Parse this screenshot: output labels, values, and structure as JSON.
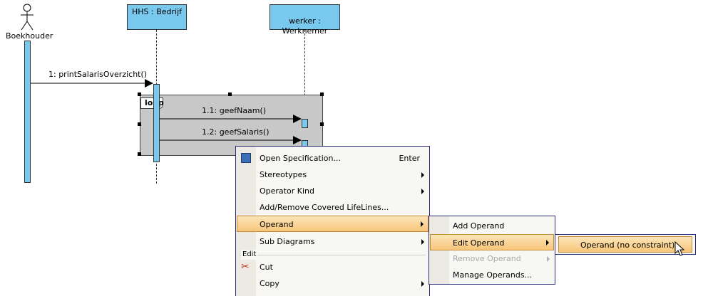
{
  "actor": {
    "label": "Boekhouder"
  },
  "lifelines": [
    {
      "label": "HHS : Bedrijf"
    },
    {
      "label": "werker :\nWerknemer"
    }
  ],
  "messages": [
    {
      "label": "1: printSalarisOverzicht()"
    },
    {
      "label": "1.1: geefNaam()"
    },
    {
      "label": "1.2: geefSalaris()"
    }
  ],
  "fragment": {
    "operator": "loop"
  },
  "context_menu": {
    "items": [
      {
        "label": "Open Specification...",
        "shortcut": "Enter"
      },
      {
        "label": "Stereotypes"
      },
      {
        "label": "Operator Kind"
      },
      {
        "label": "Add/Remove Covered LifeLines..."
      },
      {
        "label": "Operand"
      },
      {
        "label": "Sub Diagrams"
      },
      {
        "label": "Cut"
      },
      {
        "label": "Copy"
      }
    ],
    "section_edit": "Edit"
  },
  "operand_submenu": {
    "items": [
      {
        "label": "Add Operand"
      },
      {
        "label": "Edit Operand"
      },
      {
        "label": "Remove Operand"
      },
      {
        "label": "Manage Operands..."
      }
    ]
  },
  "edit_operand_submenu": {
    "items": [
      {
        "label": "Operand (no constraint)"
      }
    ]
  },
  "colors": {
    "lifeline": "#79c8ee",
    "highlight": "#f7c67a",
    "menu_border": "#2a2a7a"
  },
  "icons": [
    "stick-figure-icon",
    "specification-icon",
    "scissors-icon",
    "mouse-pointer-icon"
  ]
}
